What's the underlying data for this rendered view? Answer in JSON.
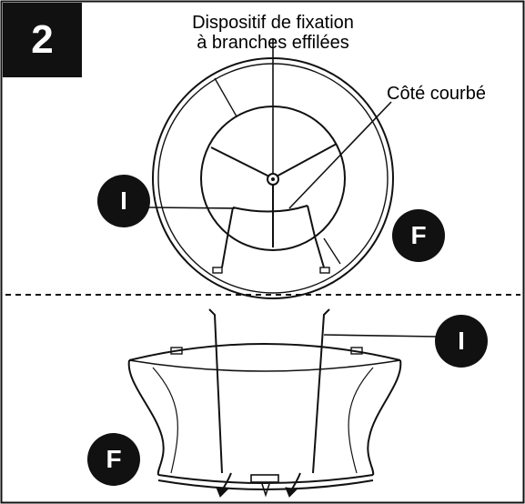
{
  "step": {
    "number": "2"
  },
  "labels": {
    "fixation_line1": "Dispositif de fixation",
    "fixation_line2": "à branches effilées",
    "curved_side": "Côté courbé"
  },
  "badges": {
    "top_inner": "I",
    "top_outer": "F",
    "bottom_inner": "I",
    "bottom_outer": "F"
  },
  "colors": {
    "ink": "#111111",
    "background": "#ffffff"
  }
}
